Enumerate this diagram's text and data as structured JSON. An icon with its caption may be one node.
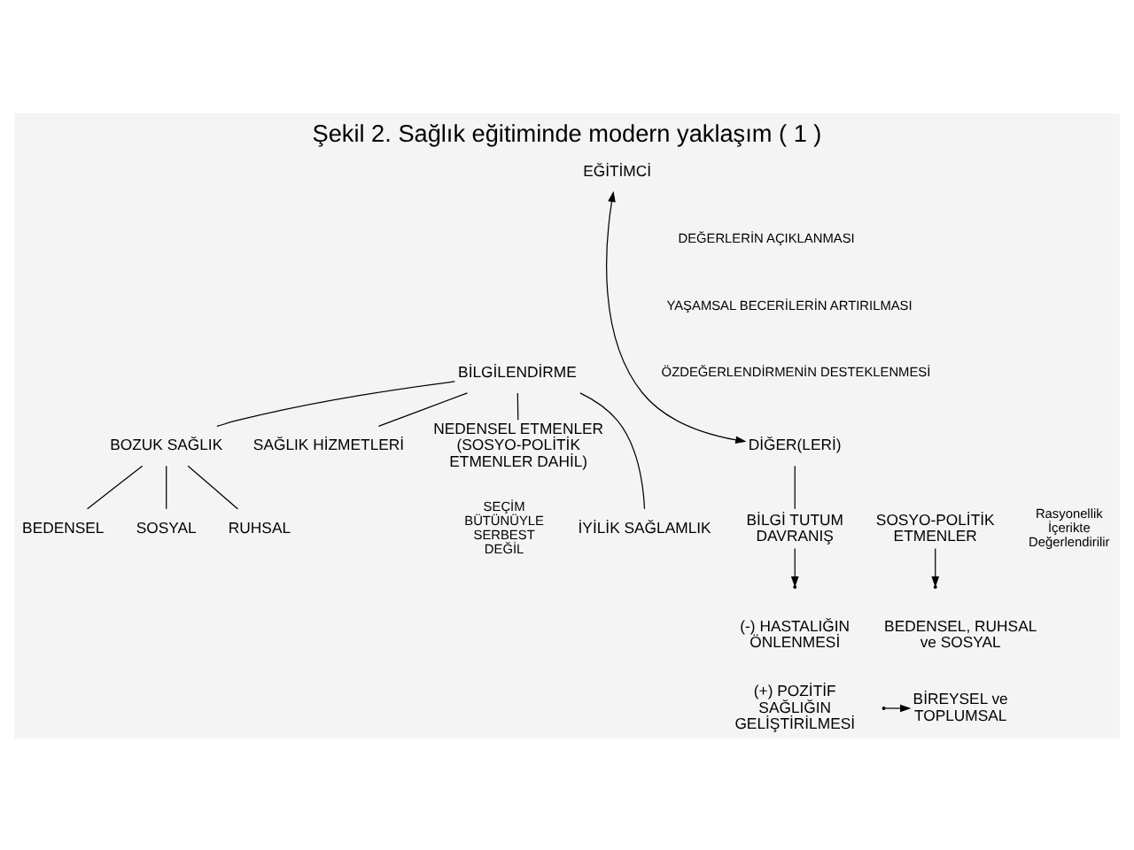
{
  "diagram": {
    "title": "Şekil 2. Sağlık eğitiminde modern yaklaşım ( 1 )",
    "nodes": [
      {
        "text": [
          "EĞİTİMCİ"
        ]
      },
      {
        "text": [
          "BİLGİLENDİRME"
        ]
      },
      {
        "text": [
          "BOZUK SAĞLIK"
        ]
      },
      {
        "text": [
          "SAĞLIK HİZMETLERİ"
        ]
      },
      {
        "text": [
          "NEDENSEL ETMENLER (SOSYO-POLİTİK ETMENLER DAHİL)"
        ]
      },
      {
        "text": [
          "BEDENSEL"
        ]
      },
      {
        "text": [
          "SOSYAL"
        ]
      },
      {
        "text": [
          "RUHSAL"
        ]
      },
      {
        "text": [
          "İYİLİK SAĞLAMLIK"
        ]
      },
      {
        "text": [
          "DİĞER(LERİ)"
        ]
      },
      {
        "text": [
          "BİLGİ TUTUM DAVRANIŞ"
        ]
      },
      {
        "text": [
          "SOSYO-POLİTİK ETMENLER"
        ]
      },
      {
        "text": [
          "(-) HASTALIĞIN ÖNLENMESİ"
        ]
      },
      {
        "text": [
          "BEDENSEL, RUHSAL ve SOSYAL"
        ]
      },
      {
        "text": [
          "(+) POZİTİF SAĞLIĞIN GELİŞTİRİLMESİ"
        ]
      },
      {
        "text": [
          "BİREYSEL ve TOPLUMSAL"
        ]
      }
    ],
    "edges": [
      {
        "from": 0,
        "to": 9,
        "arrow": "both"
      },
      {
        "from": 1,
        "to": 2,
        "arrow": "none"
      },
      {
        "from": 1,
        "to": 8,
        "arrow": "none"
      },
      {
        "from": 1,
        "to": 3,
        "arrow": "none"
      },
      {
        "from": 1,
        "to": 4,
        "arrow": "none"
      },
      {
        "from": 2,
        "to": 5,
        "arrow": "none"
      },
      {
        "from": 2,
        "to": 7,
        "arrow": "none"
      },
      {
        "from": 2,
        "to": 6,
        "arrow": "none"
      },
      {
        "from": 9,
        "to": 10,
        "arrow": "none"
      },
      {
        "from": 10,
        "to": null,
        "arrow": "to"
      },
      {
        "from": 11,
        "to": null,
        "arrow": "to"
      },
      {
        "from": null,
        "to": 15,
        "arrow": "to"
      }
    ],
    "labels": [
      "DEĞERLERİN AÇIKLANMASI",
      "YAŞAMSAL BECERİLERİN ARTIRILMASI",
      "ÖZDEĞERLENDİRMENİN DESTEKLENMESİ",
      "SEÇİM BÜTÜNÜYLE SERBEST DEĞİL",
      "Rasyonellik İçerikte Değerlendirilir"
    ]
  }
}
